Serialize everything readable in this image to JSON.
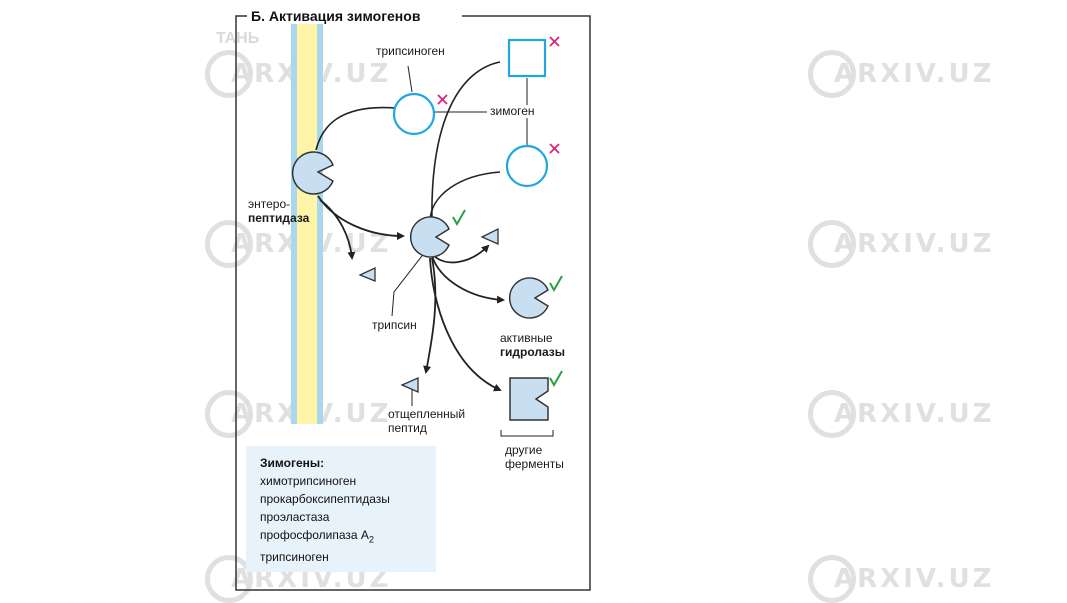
{
  "title": "Б. Активация зимогенов",
  "labels": {
    "trypsinogen": "трипсиноген",
    "zymogen": "зимоген",
    "enteropeptidase_1": "энтеро-",
    "enteropeptidase_2": "пептидаза",
    "trypsin": "трипсин",
    "active_1": "активные",
    "active_2": "гидролазы",
    "cleaved_1": "отщепленный",
    "cleaved_2": "пептид",
    "other_1": "другие",
    "other_2": "ферменты"
  },
  "zymogens_box": {
    "heading": "Зимогены:",
    "items": [
      "химотрипсиноген",
      "прокарбоксипептидазы",
      "проэластаза",
      "профосфолипаза А",
      "трипсиноген"
    ],
    "subscript": "2"
  },
  "watermark": {
    "text": "ARXIV.UZ",
    "logo_text": "TAHЬ"
  },
  "colors": {
    "enzyme_fill": "#c8dff2",
    "zymogen_stroke": "#1ea7e0",
    "membrane_yellow": "#fff4a8",
    "membrane_blue": "#a9d8ee",
    "cross_mark": "#e0207a",
    "check_mark": "#2aa043",
    "box_fill": "#e8f2fb"
  }
}
